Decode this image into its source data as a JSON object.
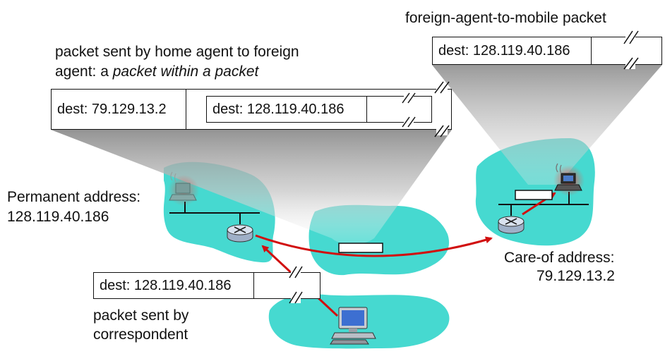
{
  "labels": {
    "fa_to_mobile_title": "foreign-agent-to-mobile packet",
    "home_to_foreign_line1": "packet sent by home agent to foreign",
    "home_to_foreign_line2_plain": "agent: a ",
    "home_to_foreign_line2_italic": "packet within a packet",
    "permanent_address_line1": "Permanent address:",
    "permanent_address_line2": "128.119.40.186",
    "care_of_line1": "Care-of address:",
    "care_of_line2": "79.129.13.2",
    "correspondent_line1": "packet sent by",
    "correspondent_line2": "correspondent"
  },
  "packets": {
    "fa_to_mobile_dest": "dest: 128.119.40.186",
    "outer_dest": "dest: 79.129.13.2",
    "inner_dest": "dest: 128.119.40.186",
    "correspondent_dest": "dest: 128.119.40.186"
  },
  "colors": {
    "network_fill": "#46d9d0",
    "arrow": "#d10f0f",
    "router_fill": "#d9e2ef"
  }
}
